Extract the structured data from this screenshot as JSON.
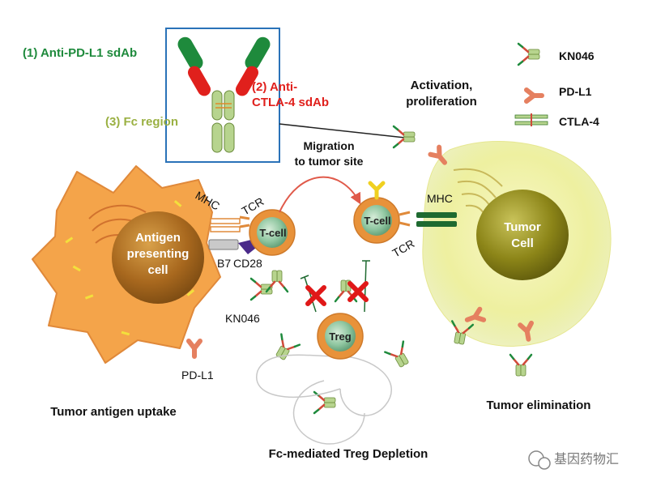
{
  "antibody_box": {
    "label_anti_pdl1": "(1) Anti-PD-L1 sdAb",
    "label_anti_ctla4_line1": "(2) Anti-",
    "label_anti_ctla4_line2": "CTLA-4 sdAb",
    "label_fc": "(3) Fc region"
  },
  "legend": {
    "items": [
      {
        "name": "KN046",
        "icon": "kn046-antibody-icon"
      },
      {
        "name": "PD-L1",
        "icon": "pd-l1-icon"
      },
      {
        "name": "CTLA-4",
        "icon": "ctla-4-icon"
      }
    ]
  },
  "labels": {
    "activation_line1": "Activation,",
    "activation_line2": "proliferation",
    "migration_line1": "Migration",
    "migration_line2": "to tumor site",
    "mhc_left": "MHC",
    "tcr_left": "TCR",
    "b7": "B7",
    "cd28": "CD28",
    "kn046": "KN046",
    "pdl1_bottom": "PD-L1",
    "mhc_right": "MHC",
    "tcr_right": "TCR"
  },
  "cells": {
    "apc_line1": "Antigen",
    "apc_line2": "presenting",
    "apc_line3": "cell",
    "tcell_left": "T-cell",
    "tcell_right": "T-cell",
    "treg": "Treg",
    "tumor_line1": "Tumor",
    "tumor_line2": "Cell"
  },
  "captions": {
    "uptake": "Tumor antigen uptake",
    "depletion": "Fc-mediated Treg Depletion",
    "elimination": "Tumor elimination"
  },
  "watermark": {
    "text": "基因药物汇"
  },
  "colors": {
    "green_label": "#1e8a3c",
    "red_label": "#e0201c",
    "olive_label": "#9ab042",
    "apc_body": "#f4a44a",
    "apc_nucleus": "#a8681e",
    "tumor_body": "#eef0a0",
    "tumor_nucleus": "#7a7412",
    "tcell_body": "#e8923a",
    "tcell_nucleus": "#8fc6a0",
    "block_x": "#e01818",
    "box_border": "#2a72b8"
  }
}
